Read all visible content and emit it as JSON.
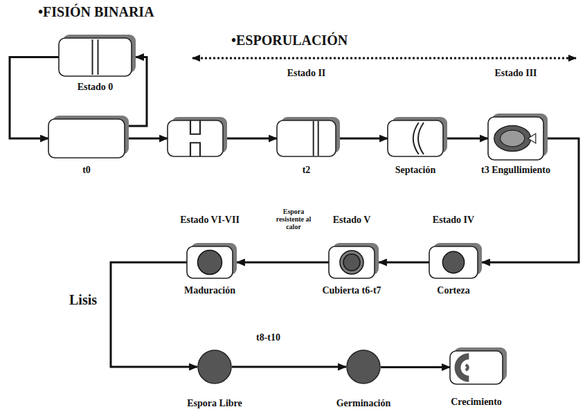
{
  "diagram": {
    "nodes": [
      {
        "text": [
          "Estado 0"
        ]
      },
      {
        "text": [
          "t0"
        ]
      },
      {
        "text": []
      },
      {
        "text": [
          "Estado II",
          "t2"
        ]
      },
      {
        "text": [
          "Septación"
        ]
      },
      {
        "text": [
          "Estado III",
          "t3 Engullimiento"
        ]
      },
      {
        "text": [
          "Estado IV",
          "Corteza"
        ]
      },
      {
        "text": [
          "Estado V",
          "Cubierta t6-t7"
        ]
      },
      {
        "text": [
          "Estado VI-VII",
          "Maduración"
        ]
      },
      {
        "text": [
          "Espora Libre"
        ]
      },
      {
        "text": [
          "Germinación"
        ]
      },
      {
        "text": [
          "Crecimiento"
        ]
      }
    ],
    "edges": [
      {
        "from": 0,
        "to": 1,
        "arrow": "to"
      },
      {
        "from": 1,
        "to": 0,
        "arrow": "to"
      },
      {
        "from": 1,
        "to": 2,
        "arrow": "to"
      },
      {
        "from": 2,
        "to": 3,
        "arrow": "to"
      },
      {
        "from": 3,
        "to": 4,
        "arrow": "to"
      },
      {
        "from": 4,
        "to": 5,
        "arrow": "to"
      },
      {
        "from": 5,
        "to": 6,
        "arrow": "to"
      },
      {
        "from": 6,
        "to": 7,
        "arrow": "to"
      },
      {
        "from": 7,
        "to": 8,
        "label": "Espora resistente al calor",
        "arrow": "to"
      },
      {
        "from": 8,
        "to": 9,
        "label": "Lisis",
        "arrow": "to"
      },
      {
        "from": 9,
        "to": 10,
        "label": "t8-t10",
        "arrow": "to"
      },
      {
        "from": 10,
        "to": 11,
        "arrow": "to"
      }
    ],
    "labels": [
      "•FISIÓN BINARIA",
      "•ESPORULACIÓN"
    ]
  }
}
